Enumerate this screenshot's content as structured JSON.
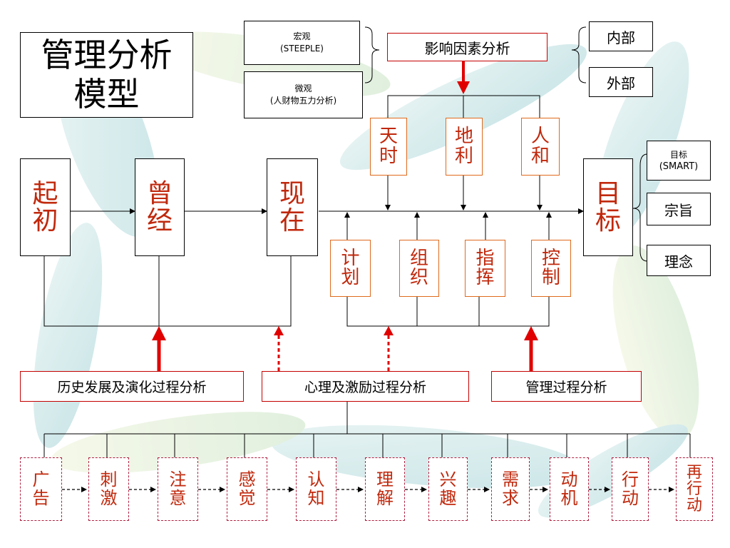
{
  "title": "管理分析模型",
  "timeline": {
    "origin": "起初",
    "past": "曾经",
    "present": "现在",
    "goal": "目标"
  },
  "influence": {
    "label": "影响因素分析",
    "macro_title": "宏观",
    "macro_sub": "(STEEPLE)",
    "micro_title": "微观",
    "micro_sub": "(人财物五力分析)",
    "internal": "内部",
    "external": "外部",
    "factors": [
      "天时",
      "地利",
      "人和"
    ]
  },
  "goal_details": {
    "smart_title": "目标",
    "smart_sub": "(SMART)",
    "purpose": "宗旨",
    "philosophy": "理念"
  },
  "management": [
    "计划",
    "组织",
    "指挥",
    "控制"
  ],
  "analysis": {
    "history": "历史发展及演化过程分析",
    "psychology": "心理及激励过程分析",
    "management": "管理过程分析"
  },
  "process_chain": [
    "广告",
    "刺激",
    "注意",
    "感觉",
    "认知",
    "理解",
    "兴趣",
    "需求",
    "动机",
    "行动",
    "再行动"
  ],
  "colors": {
    "red_text": "#c0280c",
    "orange_border": "#e06a1c",
    "red_arrow": "#e00000",
    "dashed_border": "#b02040"
  }
}
